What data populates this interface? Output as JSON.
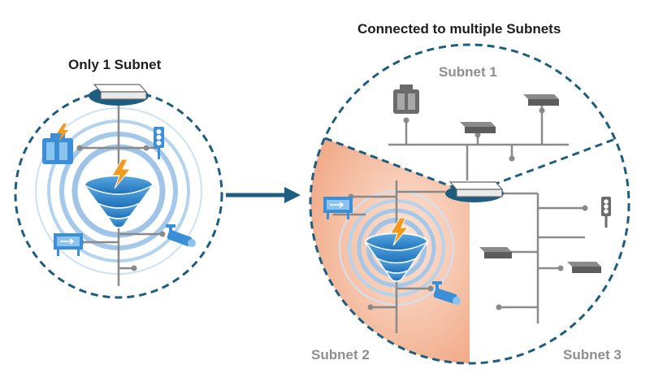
{
  "titles": {
    "left": "Only 1 Subnet",
    "right": "Connected to multiple Subnets"
  },
  "subnet_labels": {
    "subnet1": "Subnet 1",
    "subnet2": "Subnet 2",
    "subnet3": "Subnet 3"
  },
  "colors": {
    "dashed_border": "#1d5d7f",
    "network_line": "#8a8a8a",
    "ring": "#a9cbe9",
    "funnel": "#2b82c8",
    "bolt": "#f29a1c",
    "subnet2_fill": "#f3b99b",
    "arrow": "#1d5d7f",
    "device_blue": "#3a8fd6",
    "device_gray": "#6b6b6b"
  },
  "icons": [
    "router-icon",
    "server-icon",
    "traffic-light-icon",
    "sign-board-icon",
    "camera-icon",
    "storm-funnel-icon",
    "lightning-bolt-icon",
    "switch-icon"
  ]
}
